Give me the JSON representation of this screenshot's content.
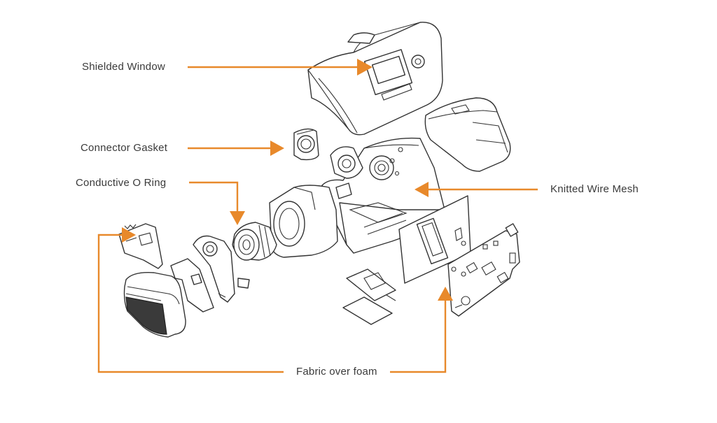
{
  "labels": {
    "shielded_window": "Shielded Window",
    "connector_gasket": "Connector Gasket",
    "conductive_o_ring": "Conductive O Ring",
    "knitted_wire_mesh": "Knitted Wire Mesh",
    "fabric_over_foam": "Fabric over foam"
  },
  "colors": {
    "accent": "#E8892B",
    "line": "#333333",
    "text": "#3a3a3a",
    "background": "#ffffff"
  }
}
